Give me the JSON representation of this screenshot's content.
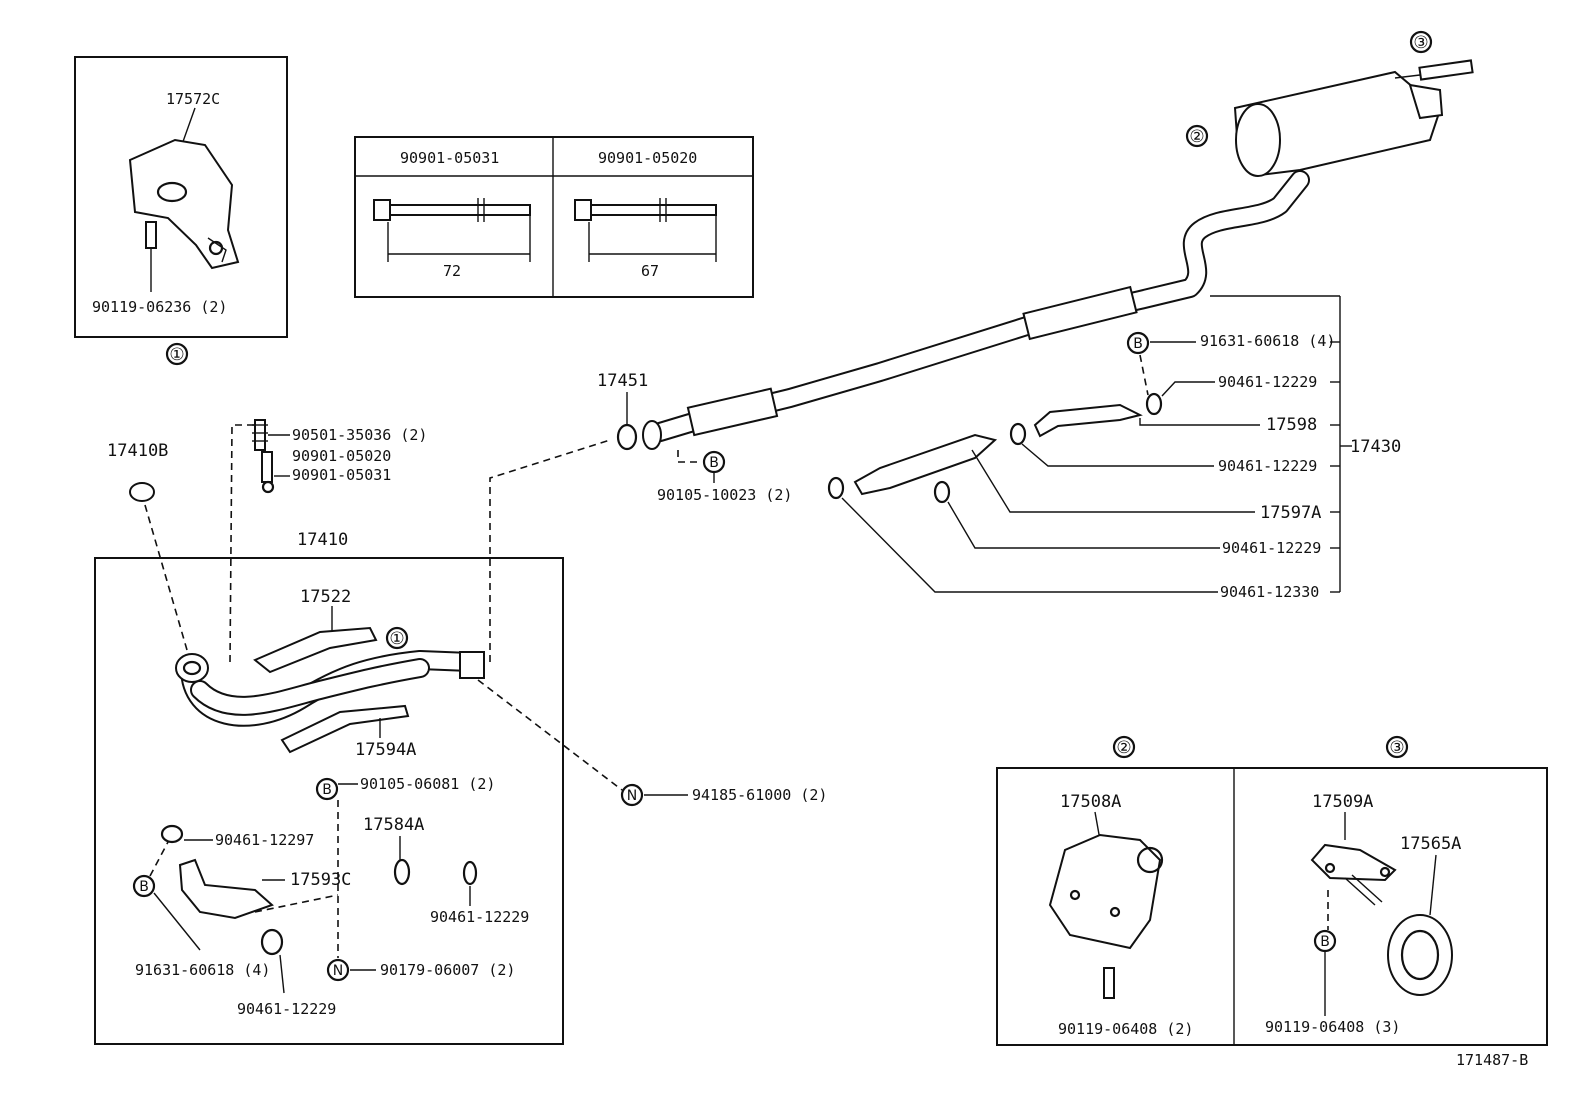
{
  "diagram_id": "171487-B",
  "callouts": {
    "c1": "①",
    "c2": "②",
    "c3": "③",
    "B": "B",
    "N": "N"
  },
  "inset1": {
    "part": "17572C",
    "bolt": "90119-06236 (2)",
    "ref": "①"
  },
  "bolt_table": {
    "col1": {
      "part": "90901-05031",
      "length": "72"
    },
    "col2": {
      "part": "90901-05020",
      "length": "67"
    }
  },
  "front_pipe": {
    "gasket": "17410B",
    "studs": [
      "90501-35036 (2)",
      "90901-05020",
      "90901-05031"
    ],
    "assembly": "17410",
    "parts": {
      "heat_insulator_upper": "17522",
      "heat_insulator_lower": "17594A",
      "ref_circle": "①",
      "bolt_b": "90105-06081 (2)",
      "clamp_a": "17584A",
      "clamp_1": "90461-12297",
      "bracket": "17593C",
      "clamp_2": "90461-12229",
      "clip_b": "91631-60618 (4)",
      "clamp_3": "90461-12229",
      "nut_n": "90179-06007 (2)"
    },
    "nut_main": "94185-61000 (2)"
  },
  "center_pipe": {
    "gasket": "17451",
    "bolt": "90105-10023 (2)",
    "assembly": "17430",
    "items": [
      {
        "part": "91631-60618 (4)"
      },
      {
        "part": "90461-12229"
      },
      {
        "part": "17598"
      },
      {
        "part": "90461-12229"
      },
      {
        "part": "17597A"
      },
      {
        "part": "90461-12229"
      },
      {
        "part": "90461-12330"
      }
    ]
  },
  "tailpipe_refs": {
    "muffler_hanger": "②",
    "tail_hanger": "③"
  },
  "inset2": {
    "ref": "②",
    "part": "17508A",
    "bolt": "90119-06408 (2)"
  },
  "inset3": {
    "ref": "③",
    "part_1": "17509A",
    "part_2": "17565A",
    "bolt": "90119-06408 (3)"
  }
}
